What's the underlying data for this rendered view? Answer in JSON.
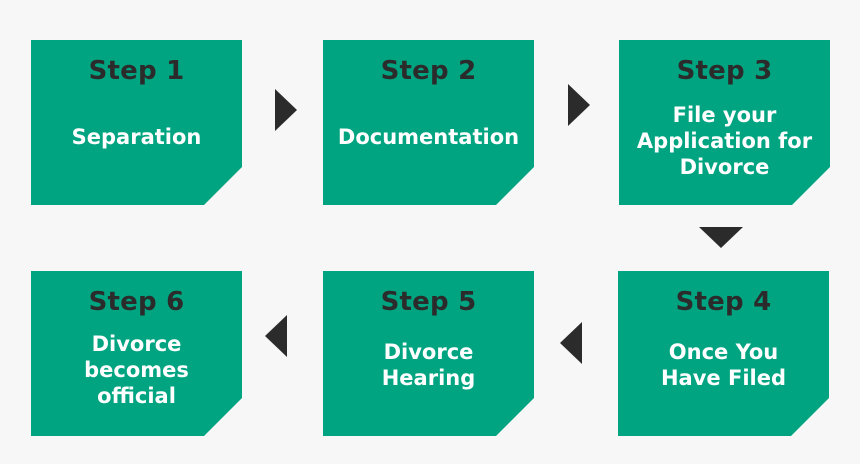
{
  "steps": [
    {
      "title": "Step 1",
      "label": "Separation"
    },
    {
      "title": "Step 2",
      "label": "Documentation"
    },
    {
      "title": "Step 3",
      "label": "File your Application for Divorce"
    },
    {
      "title": "Step 4",
      "label": "Once You Have Filed"
    },
    {
      "title": "Step 5",
      "label": "Divorce Hearing"
    },
    {
      "title": "Step 6",
      "label": "Divorce becomes official"
    }
  ],
  "colors": {
    "box": "#00a481",
    "title_text": "#2b2b2b",
    "label_text": "#ffffff",
    "arrow": "#2b2b2b",
    "background": "#f7f7f7"
  },
  "icons": [
    "arrow-right-icon",
    "arrow-right-icon",
    "arrow-down-icon",
    "arrow-left-icon",
    "arrow-left-icon"
  ]
}
